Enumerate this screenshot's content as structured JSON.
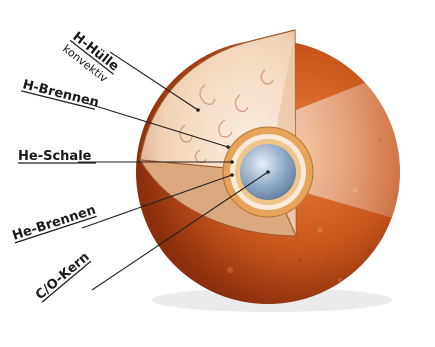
{
  "labels": {
    "h_huelle": "H-Hülle",
    "konvektiv": "konvektiv",
    "h_brennen": "H-Brennen",
    "he_schale": "He-Schale",
    "he_brennen": "He-Brennen",
    "co_kern": "C/O-Kern"
  },
  "colors": {
    "surface": "#c8571c",
    "surface_dark": "#8a2e0c",
    "envelope": "#f1d9c1",
    "burning_shell": "#e6a35a",
    "helium_shell": "#f7ead8",
    "core": "#8fa8c4",
    "core_light": "#d9e4ef"
  }
}
